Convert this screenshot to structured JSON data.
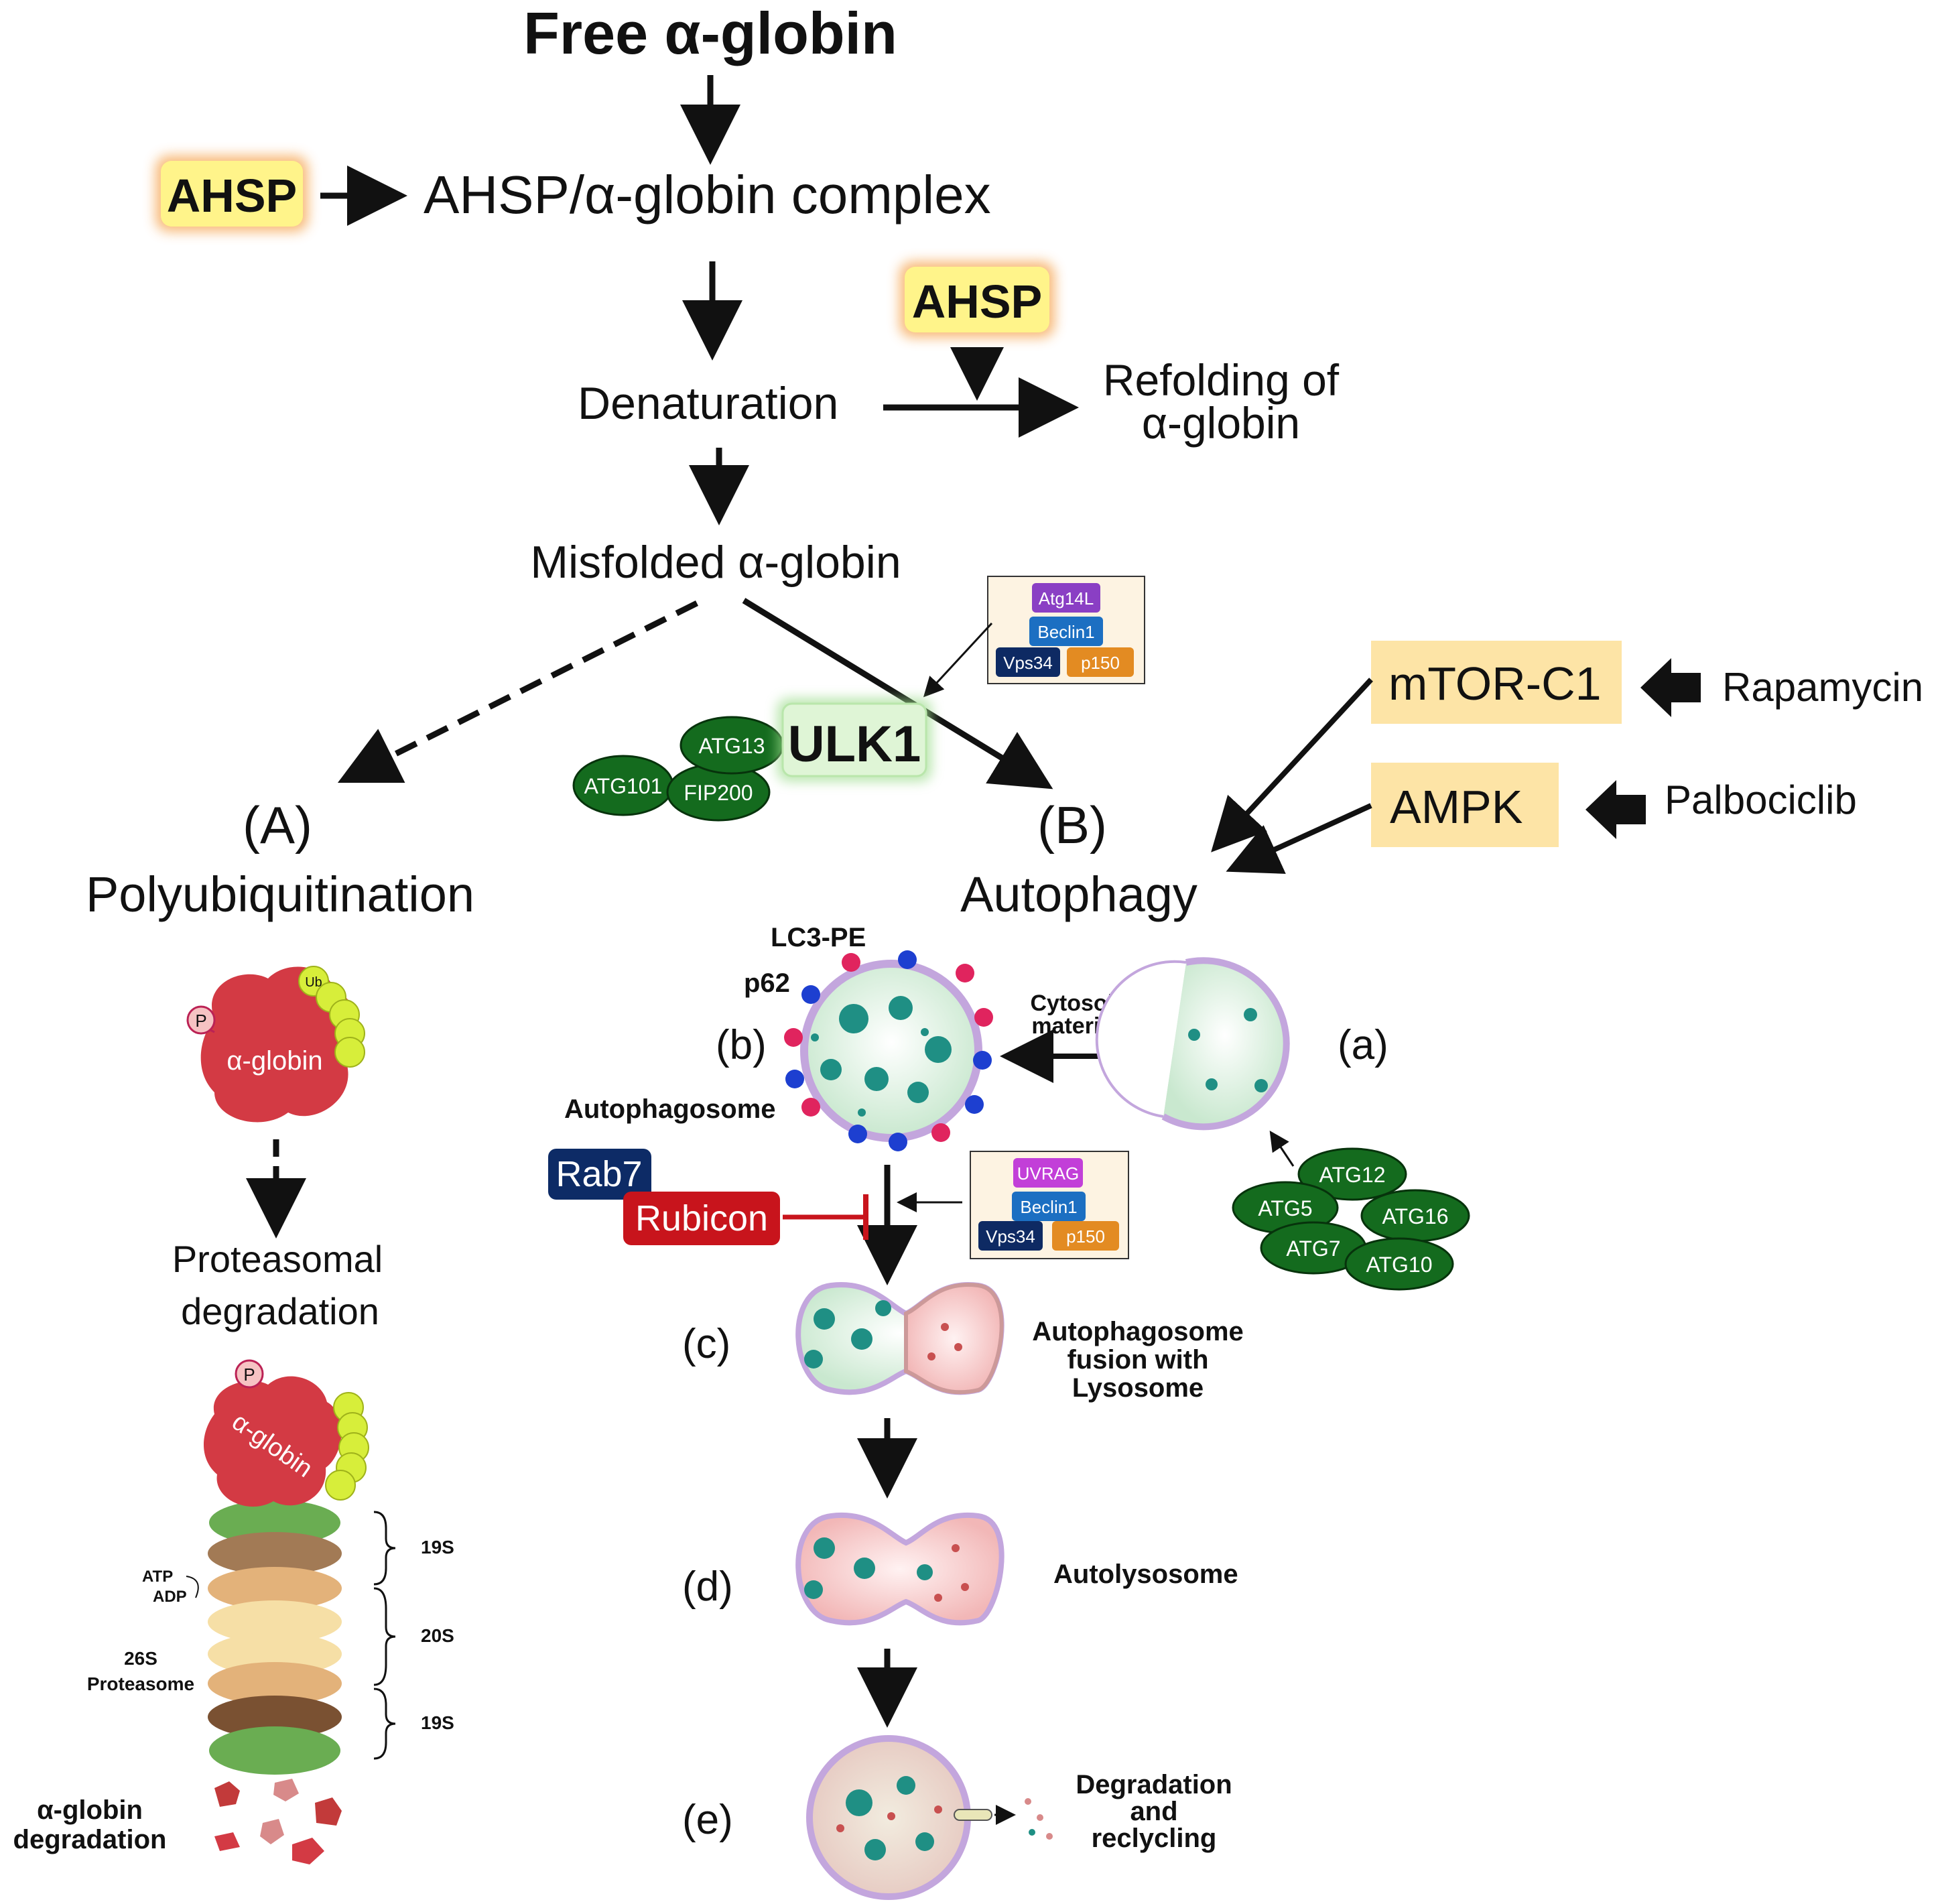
{
  "title": "Free α-globin",
  "ahsp_label": "AHSP",
  "complex_label": "AHSP/α-globin complex",
  "denaturation": "Denaturation",
  "refolding_line1": "Refolding of",
  "refolding_line2": "α-globin",
  "misfolded": "Misfolded α-globin",
  "branch_a": {
    "letter": "(A)",
    "label": "Polyubiquitination"
  },
  "branch_b": {
    "letter": "(B)",
    "label": "Autophagy"
  },
  "ulk_complex": {
    "ulk1": "ULK1",
    "atg13": "ATG13",
    "atg101": "ATG101",
    "fip200": "FIP200"
  },
  "vps_complex_top": {
    "atg14l": "Atg14L",
    "beclin1": "Beclin1",
    "vps34": "Vps34",
    "p150": "p150"
  },
  "vps_complex_mid": {
    "uvrag": "UVRAG",
    "beclin1": "Beclin1",
    "vps34": "Vps34",
    "p150": "p150"
  },
  "mtor": "mTOR-C1",
  "ampk": "AMPK",
  "rapamycin": "Rapamycin",
  "palbociclib": "Palbociclib",
  "phospho": "P",
  "ub": "Ub",
  "alpha_globin": "α-globin",
  "proteasomal_line1": "Proteasomal",
  "proteasomal_line2": "degradation",
  "proteasome": {
    "s19": "19S",
    "s20": "20S",
    "atp": "ATP",
    "adp": "ADP",
    "label_line1": "26S",
    "label_line2": "Proteasome"
  },
  "globin_degradation_line1": "α-globin",
  "globin_degradation_line2": "degradation",
  "lc3": "LC3-PE",
  "p62": "p62",
  "autophagosome": "Autophagosome",
  "cytosolic_line1": "Cytosolic",
  "cytosolic_line2": "materials",
  "steps": {
    "a": "(a)",
    "b": "(b)",
    "c": "(c)",
    "d": "(d)",
    "e": "(e)"
  },
  "atg_conj": {
    "atg12": "ATG12",
    "atg5": "ATG5",
    "atg16": "ATG16",
    "atg7": "ATG7",
    "atg10": "ATG10"
  },
  "rab7": "Rab7",
  "rubicon": "Rubicon",
  "fusion_line1": "Autophagosome",
  "fusion_line2": "fusion with",
  "fusion_line3": "Lysosome",
  "autolysosome": "Autolysosome",
  "degradation_line1": "Degradation",
  "degradation_line2": "and",
  "degradation_line3": "reclycling",
  "colors": {
    "ahsp_fill": "#fff48a",
    "ahsp_glow": "#f7b26a",
    "kinase_fill": "#fde4a6",
    "atg_green": "#146b1e",
    "ulk_fill": "#dff5d6",
    "rab7": "#0d2b66",
    "rubicon": "#c8141c",
    "globin_red": "#d33a44",
    "ub_green": "#d7ee3a"
  }
}
